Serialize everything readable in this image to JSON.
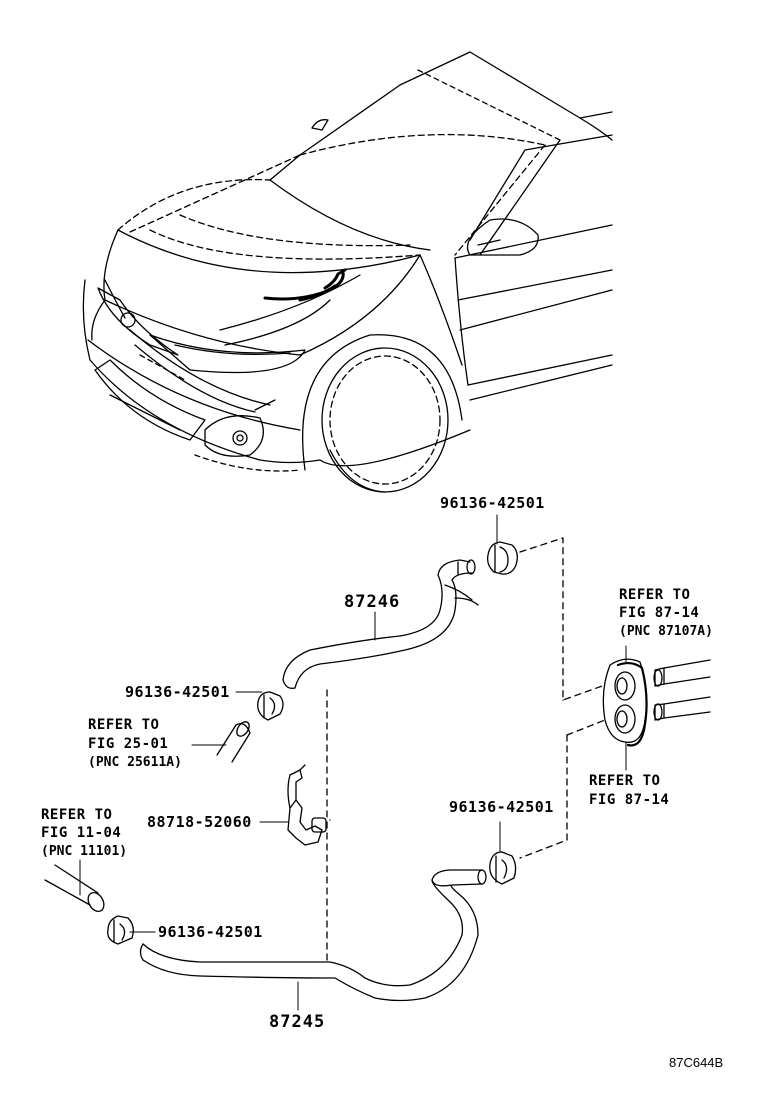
{
  "labels": {
    "clamp_top": "96136-42501",
    "hose_upper": "87246",
    "clamp_left_upper": "96136-42501",
    "refer_fig25_line1": "REFER TO",
    "refer_fig25_line2": "FIG 25-01",
    "refer_fig25_line3": "(PNC 25611A)",
    "refer_fig8714_top_line1": "REFER TO",
    "refer_fig8714_top_line2": "FIG 87-14",
    "refer_fig8714_top_line3": "(PNC 87107A)",
    "refer_fig8714_bottom_line1": "REFER TO",
    "refer_fig8714_bottom_line2": "FIG 87-14",
    "clamp_right_lower": "96136-42501",
    "bracket": "88718-52060",
    "refer_fig1104_line1": "REFER TO",
    "refer_fig1104_line2": "FIG 11-04",
    "refer_fig1104_line3": "(PNC 11101)",
    "clamp_left_lower": "96136-42501",
    "hose_lower": "87245",
    "figure_code": "87C644B"
  },
  "icons": {
    "car": "car-front-outline-icon",
    "hose_upper": "heater-hose-icon",
    "hose_lower": "heater-hose-icon",
    "clamp": "hose-clamp-icon",
    "bracket": "hose-bracket-icon",
    "heater_core": "heater-core-grommet-icon",
    "pipe": "pipe-stub-icon"
  }
}
